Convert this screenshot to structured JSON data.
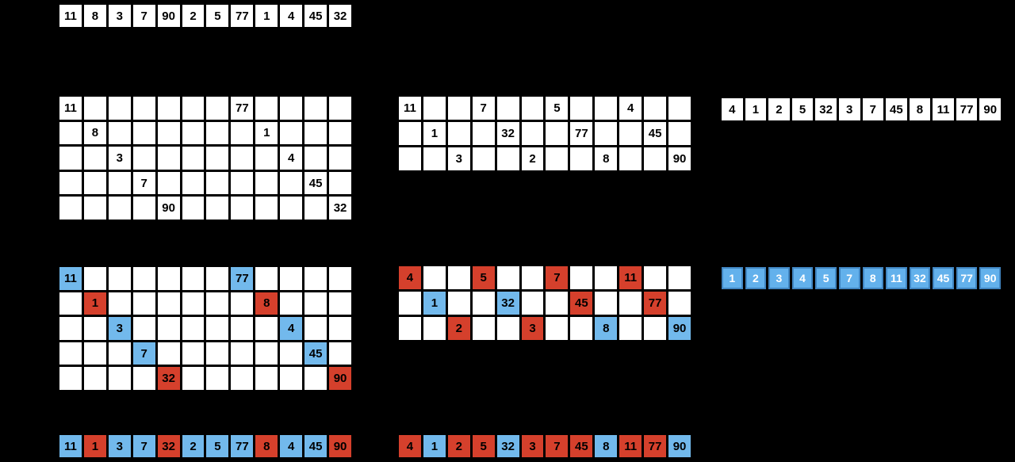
{
  "colors": {
    "background": "#000000",
    "cell_white": "#ffffff",
    "blue": "#72b9ec",
    "red": "#d5402c",
    "sorted_blue": "#63b1ec",
    "sorted_border": "#4186c2"
  },
  "input_array": {
    "values": [
      "11",
      "8",
      "3",
      "7",
      "90",
      "2",
      "5",
      "77",
      "1",
      "4",
      "45",
      "32"
    ]
  },
  "stage_unsorted": {
    "left_grid": {
      "rows": [
        [
          "11",
          "",
          "",
          "",
          "",
          "",
          "",
          "77",
          "",
          "",
          "",
          ""
        ],
        [
          "",
          "8",
          "",
          "",
          "",
          "",
          "",
          "",
          "1",
          "",
          "",
          ""
        ],
        [
          "",
          "",
          "3",
          "",
          "",
          "",
          "",
          "",
          "",
          "4",
          "",
          ""
        ],
        [
          "",
          "",
          "",
          "7",
          "",
          "",
          "",
          "",
          "",
          "",
          "45",
          ""
        ],
        [
          "",
          "",
          "",
          "",
          "90",
          "",
          "",
          "",
          "",
          "",
          "",
          "32"
        ]
      ]
    },
    "middle_grid": {
      "rows": [
        [
          "11",
          "",
          "",
          "7",
          "",
          "",
          "5",
          "",
          "",
          "4",
          "",
          ""
        ],
        [
          "",
          "1",
          "",
          "",
          "32",
          "",
          "",
          "77",
          "",
          "",
          "45",
          ""
        ],
        [
          "",
          "",
          "3",
          "",
          "",
          "2",
          "",
          "",
          "8",
          "",
          "",
          "90"
        ]
      ]
    },
    "right_array": {
      "values": [
        "4",
        "1",
        "2",
        "5",
        "32",
        "3",
        "7",
        "45",
        "8",
        "11",
        "77",
        "90"
      ]
    }
  },
  "stage_compared": {
    "left_grid": {
      "rows": [
        [
          "11",
          "",
          "",
          "",
          "",
          "",
          "",
          "77",
          "",
          "",
          "",
          ""
        ],
        [
          "",
          "1",
          "",
          "",
          "",
          "",
          "",
          "",
          "8",
          "",
          "",
          ""
        ],
        [
          "",
          "",
          "3",
          "",
          "",
          "",
          "",
          "",
          "",
          "4",
          "",
          ""
        ],
        [
          "",
          "",
          "",
          "7",
          "",
          "",
          "",
          "",
          "",
          "",
          "45",
          ""
        ],
        [
          "",
          "",
          "",
          "",
          "32",
          "",
          "",
          "",
          "",
          "",
          "",
          "90"
        ]
      ],
      "colors": [
        [
          "blue",
          "",
          "",
          "",
          "",
          "",
          "",
          "blue",
          "",
          "",
          "",
          ""
        ],
        [
          "",
          "red",
          "",
          "",
          "",
          "",
          "",
          "",
          "red",
          "",
          "",
          ""
        ],
        [
          "",
          "",
          "blue",
          "",
          "",
          "",
          "",
          "",
          "",
          "blue",
          "",
          ""
        ],
        [
          "",
          "",
          "",
          "blue",
          "",
          "",
          "",
          "",
          "",
          "",
          "blue",
          ""
        ],
        [
          "",
          "",
          "",
          "",
          "red",
          "",
          "",
          "",
          "",
          "",
          "",
          "red"
        ]
      ]
    },
    "middle_grid": {
      "rows": [
        [
          "4",
          "",
          "",
          "5",
          "",
          "",
          "7",
          "",
          "",
          "11",
          "",
          ""
        ],
        [
          "",
          "1",
          "",
          "",
          "32",
          "",
          "",
          "45",
          "",
          "",
          "77",
          ""
        ],
        [
          "",
          "",
          "2",
          "",
          "",
          "3",
          "",
          "",
          "8",
          "",
          "",
          "90"
        ]
      ],
      "colors": [
        [
          "red",
          "",
          "",
          "red",
          "",
          "",
          "red",
          "",
          "",
          "red",
          "",
          ""
        ],
        [
          "",
          "blue",
          "",
          "",
          "blue",
          "",
          "",
          "red",
          "",
          "",
          "red",
          ""
        ],
        [
          "",
          "",
          "red",
          "",
          "",
          "red",
          "",
          "",
          "blue",
          "",
          "",
          "blue"
        ]
      ]
    },
    "sorted_array": {
      "values": [
        "1",
        "2",
        "3",
        "4",
        "5",
        "7",
        "8",
        "11",
        "32",
        "45",
        "77",
        "90"
      ]
    }
  },
  "stage_result": {
    "left_array": {
      "cells": [
        {
          "v": "11",
          "c": "blue"
        },
        {
          "v": "1",
          "c": "red"
        },
        {
          "v": "3",
          "c": "blue"
        },
        {
          "v": "7",
          "c": "blue"
        },
        {
          "v": "32",
          "c": "red"
        },
        {
          "v": "2",
          "c": "blue"
        },
        {
          "v": "5",
          "c": "blue"
        },
        {
          "v": "77",
          "c": "blue"
        },
        {
          "v": "8",
          "c": "red"
        },
        {
          "v": "4",
          "c": "blue"
        },
        {
          "v": "45",
          "c": "blue"
        },
        {
          "v": "90",
          "c": "red"
        }
      ]
    },
    "middle_array": {
      "cells": [
        {
          "v": "4",
          "c": "red"
        },
        {
          "v": "1",
          "c": "blue"
        },
        {
          "v": "2",
          "c": "red"
        },
        {
          "v": "5",
          "c": "red"
        },
        {
          "v": "32",
          "c": "blue"
        },
        {
          "v": "3",
          "c": "red"
        },
        {
          "v": "7",
          "c": "red"
        },
        {
          "v": "45",
          "c": "red"
        },
        {
          "v": "8",
          "c": "blue"
        },
        {
          "v": "11",
          "c": "red"
        },
        {
          "v": "77",
          "c": "red"
        },
        {
          "v": "90",
          "c": "blue"
        }
      ]
    }
  }
}
